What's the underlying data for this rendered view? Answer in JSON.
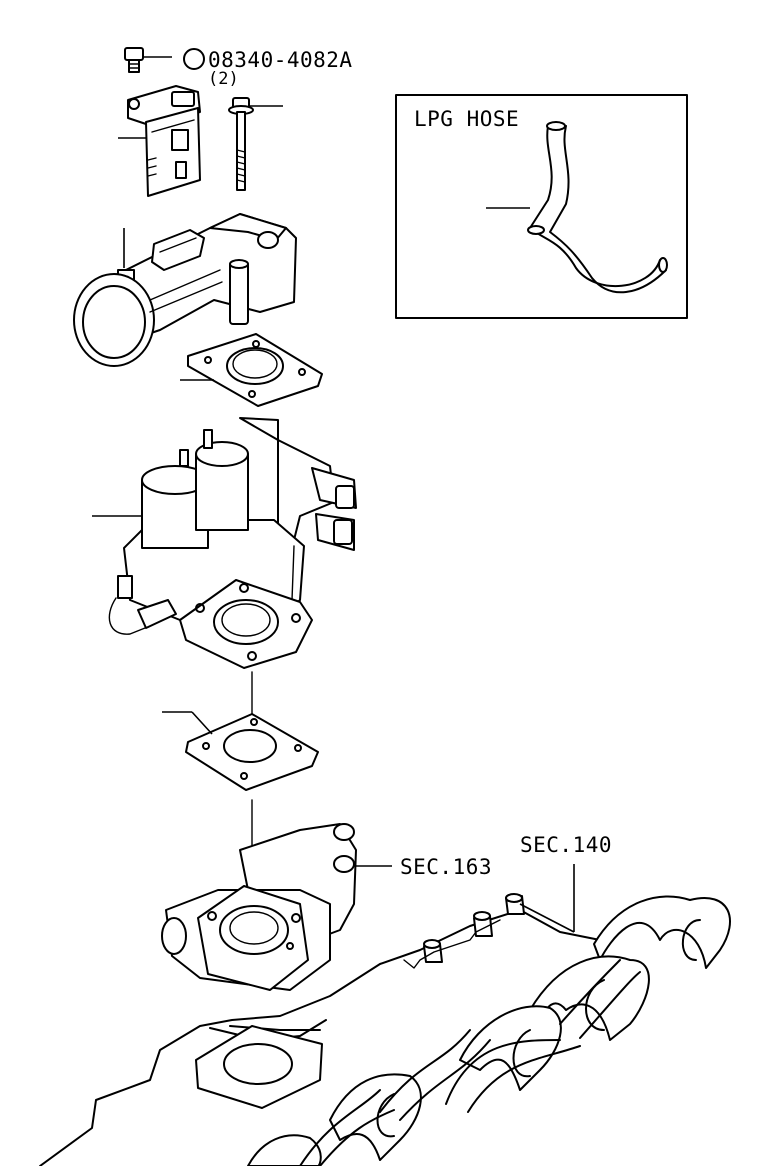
{
  "labels": {
    "part_number": "08340-4082A",
    "quantity": "(2)",
    "lpg_hose": "LPG HOSE",
    "sec_163": "SEC.163",
    "sec_140": "SEC.140"
  },
  "colors": {
    "line": "#000000",
    "background": "#ffffff"
  }
}
